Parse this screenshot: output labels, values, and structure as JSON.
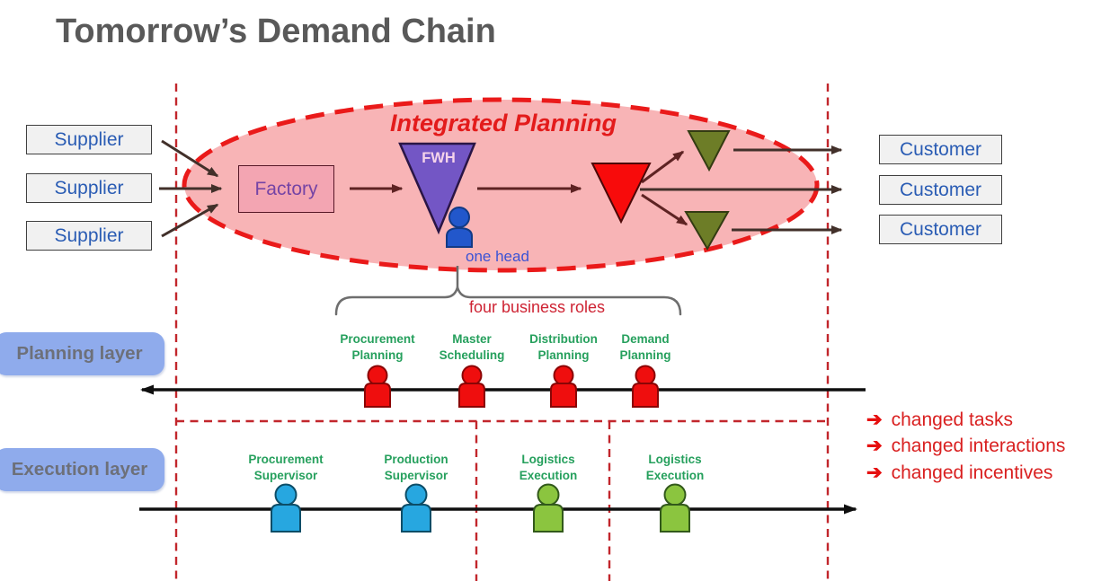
{
  "title": "Tomorrow’s Demand Chain",
  "suppliers": [
    "Supplier",
    "Supplier",
    "Supplier"
  ],
  "customers": [
    "Customer",
    "Customer",
    "Customer"
  ],
  "integrated_planning_label": "Integrated Planning",
  "factory_label": "Factory",
  "fwh_label": "FWH",
  "one_head_label": "one head",
  "four_roles_label": "four business roles",
  "planning_layer": {
    "label": "Planning layer",
    "roles": [
      "Procurement\nPlanning",
      "Master\nScheduling",
      "Distribution\nPlanning",
      "Demand\nPlanning"
    ]
  },
  "execution_layer": {
    "label": "Execution layer",
    "roles": [
      "Procurement\nSupervisor",
      "Production\nSupervisor",
      "Logistics\nExecution",
      "Logistics\nExecution"
    ]
  },
  "changes": {
    "bullet_glyph": "➔",
    "items": [
      "changed tasks",
      "changed interactions",
      "changed incentives"
    ]
  },
  "colors": {
    "title_gray": "#595959",
    "ellipse_fill": "#f8b4b6",
    "ellipse_border_red": "#ea1a1a",
    "dashed_line_red": "#c2262c",
    "factory_fill": "#f3a5b2",
    "factory_text_purple": "#7544a5",
    "fwh_triangle_purple": "#7356c5",
    "red_triangle": "#f80b0b",
    "olive_triangle": "#6d7d27",
    "io_text_blue": "#2a5cb4",
    "role_text_green": "#26a05d",
    "one_head_blue": "#2257cb",
    "planning_person_red": "#ef0e0e",
    "execution_person_blue": "#27a7e0",
    "execution_person_green": "#8bc53f",
    "layer_pill_blue": "#8fabec",
    "change_text_red": "#d92020"
  }
}
